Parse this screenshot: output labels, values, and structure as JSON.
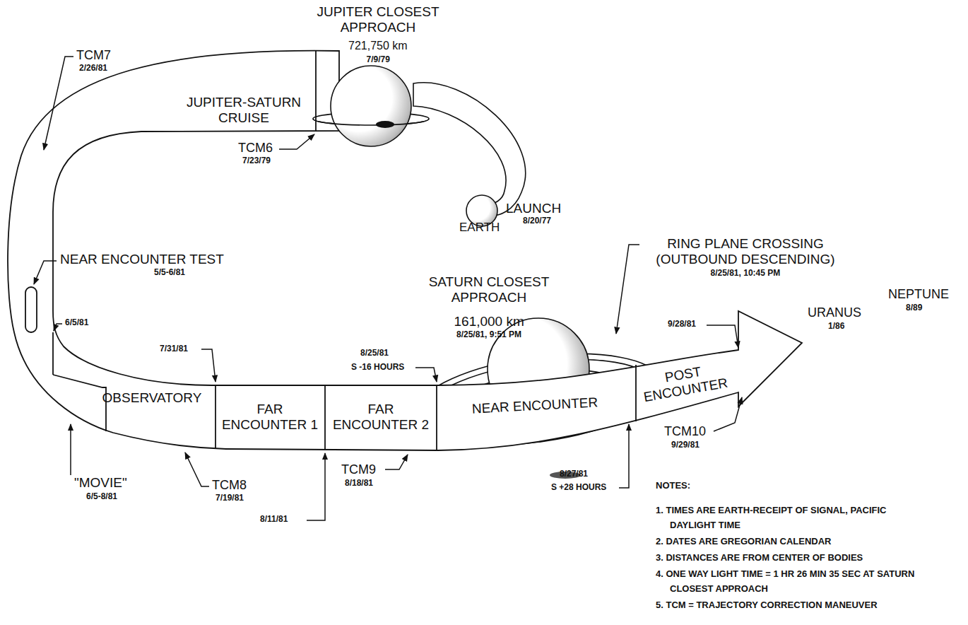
{
  "diagram": {
    "nodes": [
      {
        "text": [
          "JUPITER-SATURN CRUISE"
        ]
      },
      {
        "text": [
          "OBSERVATORY"
        ]
      },
      {
        "text": [
          "FAR ENCOUNTER 1"
        ]
      },
      {
        "text": [
          "FAR ENCOUNTER 2"
        ]
      },
      {
        "text": [
          "NEAR ENCOUNTER"
        ]
      },
      {
        "text": [
          "POST ENCOUNTER"
        ]
      }
    ],
    "labels": [
      "JUPITER CLOSEST APPROACH",
      "721,750 km",
      "7/9/79",
      "TCM7",
      "2/26/81",
      "TCM6",
      "7/23/79",
      "LAUNCH",
      "8/20/77",
      "EARTH",
      "NEAR ENCOUNTER TEST",
      "5/5-6/81",
      "6/5/81",
      "7/31/81",
      "\"MOVIE\"",
      "6/5-8/81",
      "TCM8",
      "7/19/81",
      "8/11/81",
      "TCM9",
      "8/18/81",
      "8/25/81",
      "S -16 HOURS",
      "SATURN CLOSEST APPROACH",
      "161,000 km",
      "8/25/81, 9:51 PM",
      "RING PLANE CROSSING (OUTBOUND DESCENDING)",
      "8/25/81, 10:45 PM",
      "URANUS",
      "1/86",
      "NEPTUNE",
      "8/89",
      "9/28/81",
      "TCM10",
      "9/29/81",
      "8/27/81",
      "S +28 HOURS",
      "NOTES:",
      "1. TIMES ARE EARTH-RECEIPT OF SIGNAL, PACIFIC DAYLIGHT TIME",
      "2. DATES ARE GREGORIAN CALENDAR",
      "3. DISTANCES ARE FROM CENTER OF BODIES",
      "4. ONE WAY LIGHT TIME = 1 HR 26 MIN 35 SEC AT SATURN CLOSEST APPROACH",
      "5. TCM = TRAJECTORY CORRECTION MANEUVER"
    ]
  }
}
